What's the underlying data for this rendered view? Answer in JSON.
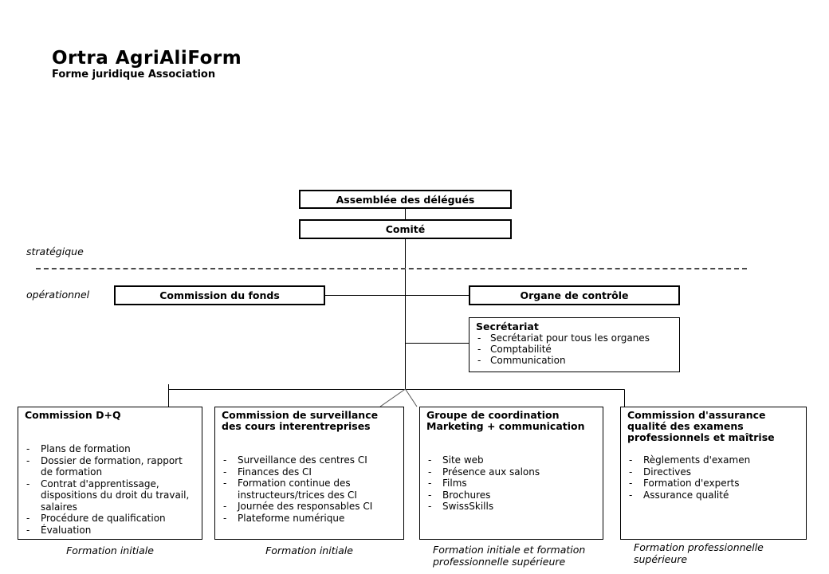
{
  "header": {
    "title": "Ortra AgriAliForm",
    "subtitle": "Forme juridique Association"
  },
  "levels": {
    "strategic": "stratégique",
    "operational": "opérationnel"
  },
  "org": {
    "assembly": "Assemblée des délégués",
    "committee": "Comité",
    "fund_commission": "Commission du fonds",
    "control_body": "Organe de contrôle",
    "secretariat": {
      "title": "Secrétariat",
      "items": [
        "Secrétariat pour tous les organes",
        "Comptabilité",
        "Communication"
      ]
    },
    "commissions": [
      {
        "title": "Commission D+Q",
        "items": [
          "Plans de formation",
          "Dossier de formation, rapport de formation",
          "Contrat d'apprentissage, dispositions du droit du travail, salaires",
          "Procédure de qualification",
          "Évaluation"
        ],
        "caption": "Formation initiale"
      },
      {
        "title": "Commission de surveillance des cours interentreprises",
        "items": [
          "Surveillance des centres CI",
          "Finances des CI",
          "Formation continue des instructeurs/trices des CI",
          "Journée des responsables CI",
          "Plateforme numérique"
        ],
        "caption": "Formation initiale"
      },
      {
        "title": "Groupe de coordination Marketing + communication",
        "items": [
          "Site web",
          "Présence aux salons",
          "Films",
          "Brochures",
          "SwissSkills"
        ],
        "caption": "Formation initiale et formation professionnelle supérieure"
      },
      {
        "title": "Commission d'assurance qualité des examens professionnels et  maîtrise",
        "items": [
          "Règlements d'examen",
          "Directives",
          "Formation d'experts",
          "Assurance qualité"
        ],
        "caption": "Formation professionnelle supérieure"
      }
    ]
  },
  "colors": {
    "line": "#000000",
    "diagonal_line": "#555555",
    "separator": "#4a4a4a",
    "background": "#ffffff"
  }
}
